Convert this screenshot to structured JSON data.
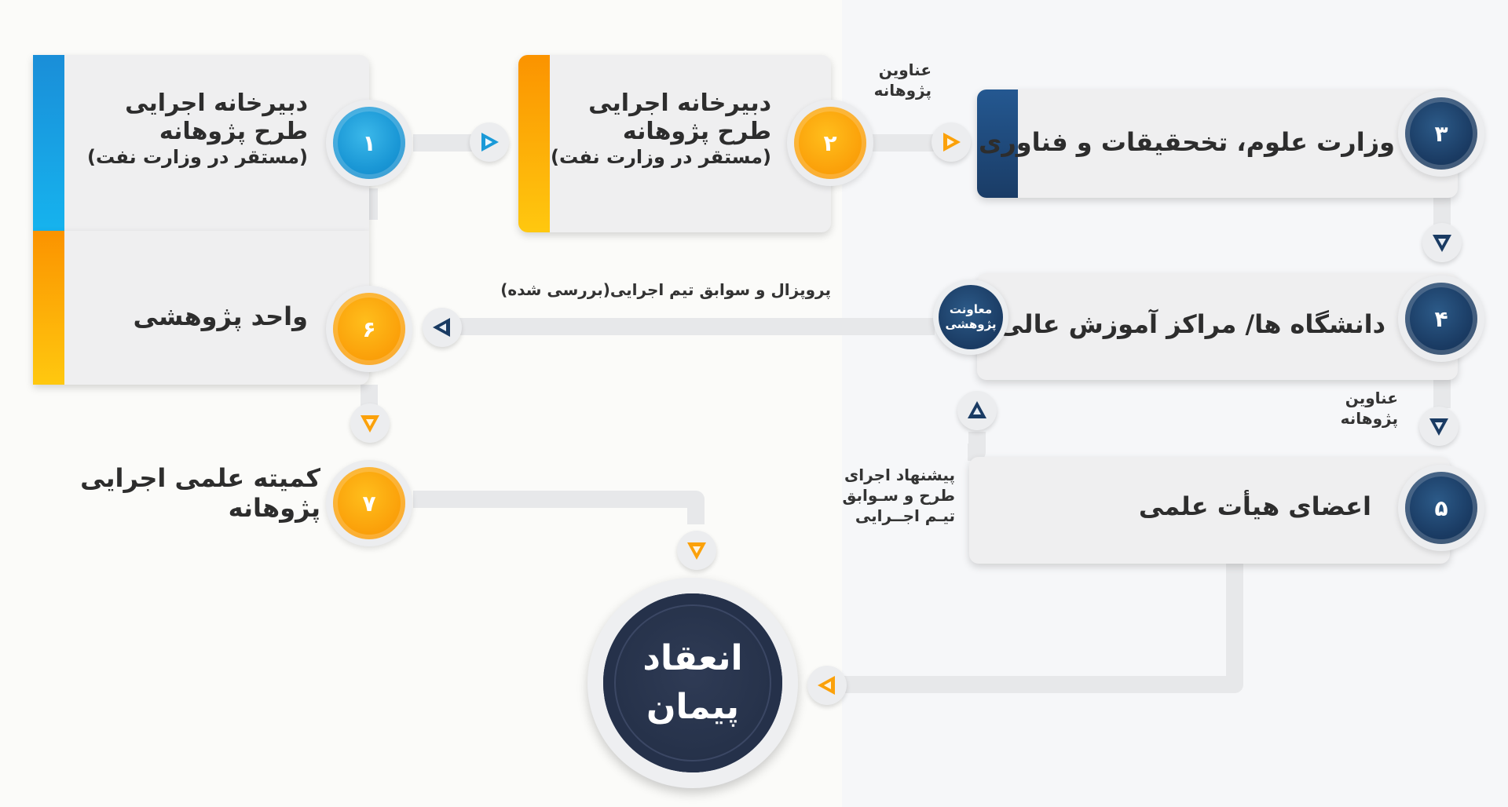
{
  "steps": {
    "s1": {
      "number": "۱",
      "line1": "دبیرخانه اجرایی",
      "line2": "طرح پژوهانه",
      "line3": "(مستقر در وزارت نفت)"
    },
    "s2": {
      "number": "۲",
      "line1": "دبیرخانه اجرایی",
      "line2": "طرح پژوهانه",
      "line3": "(مستقر در وزارت نفت)"
    },
    "s3": {
      "number": "۳",
      "label": "وزارت علوم، تخحقیقات و فناوری"
    },
    "s4": {
      "number": "۴",
      "label": "دانشگاه ها/ مراکز آموزش عالی"
    },
    "s5": {
      "number": "۵",
      "label": "اعضای هیأت علمی"
    },
    "s6": {
      "number": "۶",
      "label": "واحد پژوهشی"
    },
    "s7": {
      "number": "۷",
      "line1": "کمیته علمی اجرایی",
      "line2": "پژوهانه"
    }
  },
  "deputy": {
    "line1": "معاونت",
    "line2": "پژوهشی"
  },
  "final": {
    "line1": "انعقاد",
    "line2": "پیمان"
  },
  "notes": {
    "titles_top": {
      "line1": "عناوین",
      "line2": "پژوهانه"
    },
    "titles_right": {
      "line1": "عناوین",
      "line2": "پژوهانه"
    },
    "proposal": "پروپزال و سوابق تیم اجرایی(بررسی شده)",
    "suggestion": {
      "line1": "پیشنهاد اجرای",
      "line2": "طرح و سـوابق",
      "line3": "تیـم اجــرایی"
    }
  },
  "colors": {
    "blue": "#1a9ad8",
    "orange": "#fba10a",
    "navy": "#1a3b63",
    "connector": "#ececee"
  }
}
